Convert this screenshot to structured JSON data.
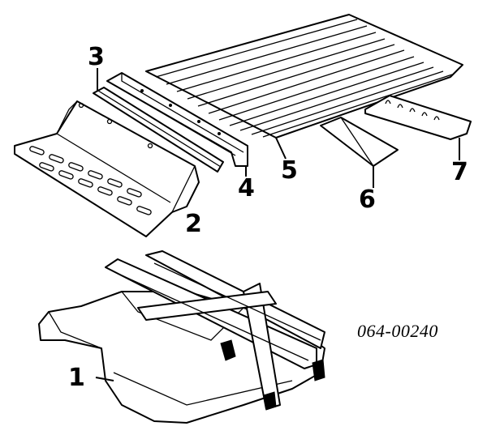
{
  "diagram": {
    "part_number": "064-00240",
    "callouts": [
      {
        "id": "1",
        "label": "1"
      },
      {
        "id": "2",
        "label": "2"
      },
      {
        "id": "3",
        "label": "3"
      },
      {
        "id": "4",
        "label": "4"
      },
      {
        "id": "5",
        "label": "5"
      },
      {
        "id": "6",
        "label": "6"
      },
      {
        "id": "7",
        "label": "7"
      }
    ]
  }
}
